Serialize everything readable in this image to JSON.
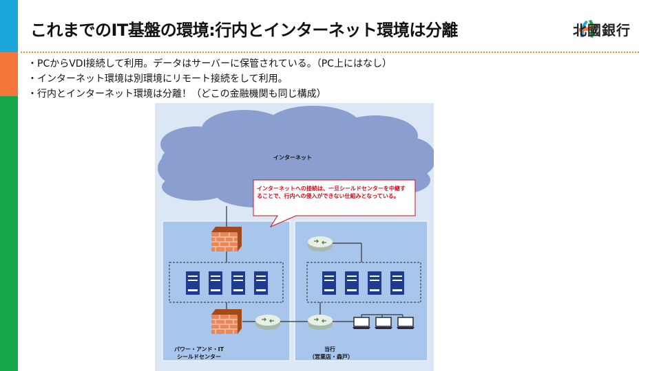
{
  "header": {
    "title": "これまでのIT基盤の環境:行内とインターネット環境は分離",
    "logo_text": "北國銀行"
  },
  "bullets": [
    "・PCからVDI接続して利用。データはサーバーに保管されている。（PC上にはなし）",
    "・インターネット環境は別環境にリモート接続をして利用。",
    "・行内とインターネット環境は分離！（どこの金融機関も同じ構成）"
  ],
  "diagram": {
    "cloud_label": "インターネット",
    "callout": "インターネットへの接続は、一旦シールドセンターを中継することで、行内への侵入ができない仕組みとなっている。",
    "left_zone": {
      "line1": "パワー・アンド・IT",
      "line2": "シールドセンター"
    },
    "right_zone": {
      "line1": "当行",
      "line2": "（営業店・森戸）"
    }
  },
  "colors": {
    "stripe_blue": "#1aa7dc",
    "stripe_orange": "#f4763a",
    "stripe_green": "#14a84a",
    "cloud": "#8a9fcf",
    "zone": "#a8c6ec",
    "callout_red": "#c8101a",
    "server": "#1f3b8f"
  }
}
